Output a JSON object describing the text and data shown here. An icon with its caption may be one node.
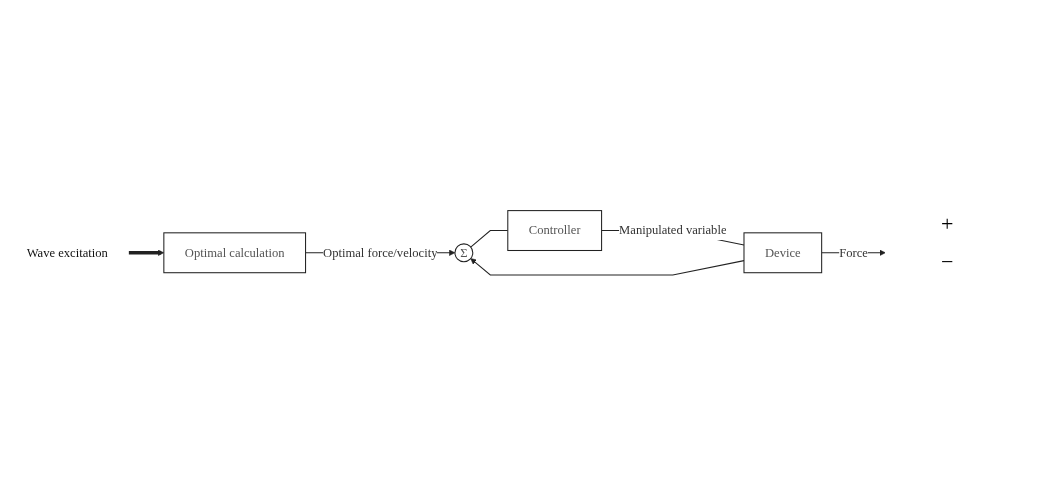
{
  "diagram": {
    "nodes": [
      {
        "text": [
          "Wave excitation"
        ]
      },
      {
        "text": [
          "Optimal calculation"
        ]
      },
      {
        "text": [
          "Σ"
        ]
      },
      {
        "text": [
          "Controller"
        ]
      },
      {
        "text": [
          "Device"
        ]
      }
    ],
    "edges": [
      {
        "from": 0,
        "to": 1,
        "arrow": "to",
        "style": "thick"
      },
      {
        "from": 1,
        "to": 2,
        "arrow": "to",
        "label": "Optimal force/velocity"
      },
      {
        "from": 2,
        "to": 3,
        "arrow": "none"
      },
      {
        "from": 3,
        "to": 4,
        "arrow": "none",
        "label": "Manipulated variable"
      },
      {
        "from": 4,
        "to": null,
        "arrow": "to",
        "label": "Force"
      },
      {
        "from": 4,
        "to": 2,
        "arrow": "to"
      }
    ],
    "labels": [
      "+",
      "−"
    ]
  }
}
